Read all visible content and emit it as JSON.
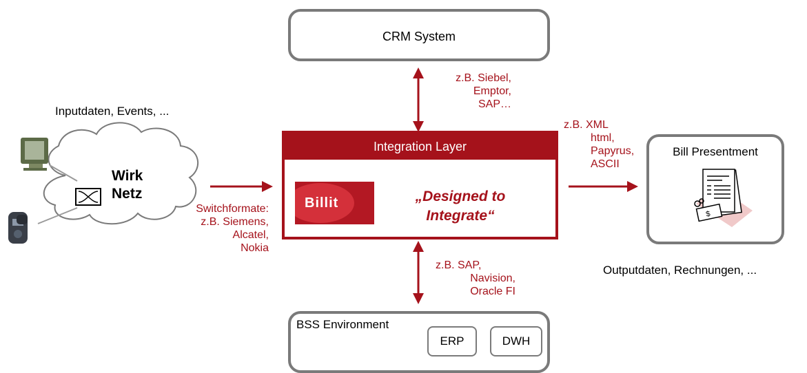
{
  "crm": {
    "title": "CRM System"
  },
  "crm_link": {
    "lines": [
      "z.B. Siebel,",
      "Emptor,",
      "SAP…"
    ]
  },
  "input": {
    "caption": "Inputdaten, Events, ..."
  },
  "network": {
    "line1": "Wirk",
    "line2": "Netz"
  },
  "switch_formats": {
    "lines": [
      "Switchformate:",
      "z.B. Siemens,",
      "Alcatel,",
      "Nokia"
    ]
  },
  "integration": {
    "header": "Integration Layer",
    "logo_text": "Billit",
    "slogan_line1": "„Designed to",
    "slogan_line2": "Integrate“"
  },
  "output_formats": {
    "lines": [
      "z.B. XML",
      "html,",
      "Papyrus,",
      "ASCII"
    ]
  },
  "bill": {
    "title": "Bill Presentment"
  },
  "output": {
    "caption": "Outputdaten, Rechnungen, ..."
  },
  "bss_link": {
    "lines": [
      "z.B. SAP,",
      "Navision,",
      "Oracle FI"
    ]
  },
  "bss": {
    "title": "BSS Environment",
    "erp": "ERP",
    "dwh": "DWH"
  },
  "colors": {
    "accent": "#a5121b",
    "box_border": "#7a7a7a"
  }
}
